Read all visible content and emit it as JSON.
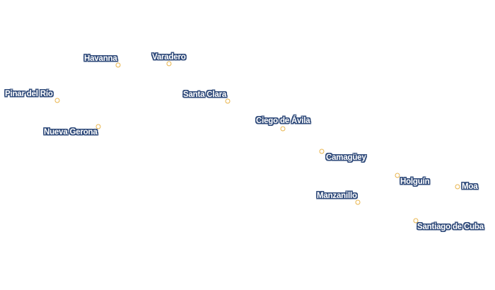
{
  "colors": {
    "dot_stroke": "#e9b54c",
    "label_text": "#ffffff",
    "label_halo": "#2f4a7a"
  },
  "cities": [
    {
      "name": "Havanna"
    },
    {
      "name": "Varadero"
    },
    {
      "name": "Pinar del Río"
    },
    {
      "name": "Santa Clara"
    },
    {
      "name": "Nueva Gerona"
    },
    {
      "name": "Ciego de Ávila"
    },
    {
      "name": "Camagüey"
    },
    {
      "name": "Holguín"
    },
    {
      "name": "Moa"
    },
    {
      "name": "Manzanillo"
    },
    {
      "name": "Santiago de Cuba"
    }
  ]
}
